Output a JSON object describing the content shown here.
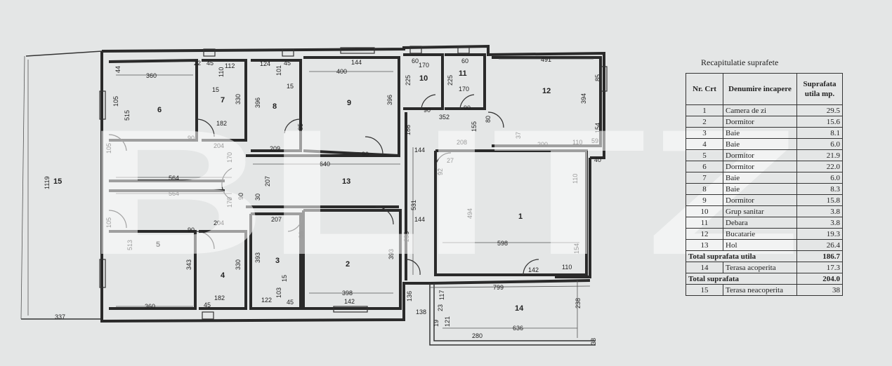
{
  "recap": {
    "title": "Recapitulatie suprafete",
    "headers": [
      "Nr. Crt",
      "Denumire incapere",
      "Suprafata utila mp."
    ],
    "rows": [
      {
        "nr": "1",
        "name": "Camera de zi",
        "area": "29.5"
      },
      {
        "nr": "2",
        "name": "Dormitor",
        "area": "15.6"
      },
      {
        "nr": "3",
        "name": "Baie",
        "area": "8.1"
      },
      {
        "nr": "4",
        "name": "Baie",
        "area": "6.0"
      },
      {
        "nr": "5",
        "name": "Dormitor",
        "area": "21.9"
      },
      {
        "nr": "6",
        "name": "Dormitor",
        "area": "22.0"
      },
      {
        "nr": "7",
        "name": "Baie",
        "area": "6.0"
      },
      {
        "nr": "8",
        "name": "Baie",
        "area": "8.3"
      },
      {
        "nr": "9",
        "name": "Dormitor",
        "area": "15.8"
      },
      {
        "nr": "10",
        "name": "Grup sanitar",
        "area": "3.8"
      },
      {
        "nr": "11",
        "name": "Debara",
        "area": "3.8"
      },
      {
        "nr": "12",
        "name": "Bucatarie",
        "area": "19.3"
      },
      {
        "nr": "13",
        "name": "Hol",
        "area": "26.4"
      }
    ],
    "total_useful": {
      "label": "Total suprafata utila",
      "value": "186.7"
    },
    "row14": {
      "nr": "14",
      "name": "Terasa acoperita",
      "area": "17.3"
    },
    "total": {
      "label": "Total suprafata",
      "value": "204.0"
    },
    "row15": {
      "nr": "15",
      "name": "Terasa neacoperita",
      "area": "38"
    }
  },
  "watermark": "BLITZ",
  "plan": {
    "rooms": [
      "1",
      "2",
      "3",
      "4",
      "5",
      "6",
      "7",
      "8",
      "9",
      "10",
      "11",
      "12",
      "13",
      "14",
      "15"
    ],
    "dims": {
      "d360a": "360",
      "d44": "44",
      "d105a": "105",
      "d515": "515",
      "d90a": "90",
      "d204a": "204",
      "d112": "112",
      "d110": "110",
      "d45a": "45",
      "d22": "22",
      "d15a": "15",
      "d330a": "330",
      "d182a": "182",
      "d124": "124",
      "d101": "101",
      "d45b": "45",
      "d15b": "15",
      "d396a": "396",
      "d85": "85",
      "d209": "209",
      "d144a": "144",
      "d400": "400",
      "d396b": "396",
      "d90b": "90",
      "d60a": "60",
      "d170a": "170",
      "d225a": "225",
      "d60b": "60",
      "d225b": "225",
      "d170b": "170",
      "d90c": "90",
      "d352": "352",
      "d90d": "90",
      "d186": "186",
      "d155": "155",
      "d80": "80",
      "d491": "491",
      "d85b": "85",
      "d394": "394",
      "d154a": "154",
      "d59": "59",
      "d40": "40",
      "d110b": "110",
      "d144b": "144",
      "d208": "208",
      "d37": "37",
      "d200": "200",
      "d1119": "1119",
      "d105b": "105",
      "d170c": "170",
      "d640": "640",
      "d564a": "564",
      "d564b": "564",
      "d207a": "207",
      "d30": "30",
      "d170d": "170",
      "d90e": "90",
      "d27": "27",
      "d92": "92",
      "d110c": "110",
      "d531": "531",
      "d144c": "144",
      "d494": "494",
      "d105c": "105",
      "d513": "513",
      "d90f": "90",
      "d204b": "204",
      "d207b": "207",
      "d86": "86",
      "d343": "343",
      "d330b": "330",
      "d393a": "393",
      "d393b": "393",
      "d293": "293",
      "d598": "598",
      "d154b": "154",
      "d142a": "142",
      "d110d": "110",
      "d182b": "182",
      "d360b": "360",
      "d45c": "45",
      "d122": "122",
      "d103": "103",
      "d15c": "15",
      "d45d": "45",
      "d398": "398",
      "d142b": "142",
      "d136": "136",
      "d799": "799",
      "d117": "117",
      "d138": "138",
      "d23": "23",
      "d238": "238",
      "d337": "337",
      "d19": "19",
      "d121": "121",
      "d636": "636",
      "d280": "280",
      "d38": "38"
    }
  }
}
